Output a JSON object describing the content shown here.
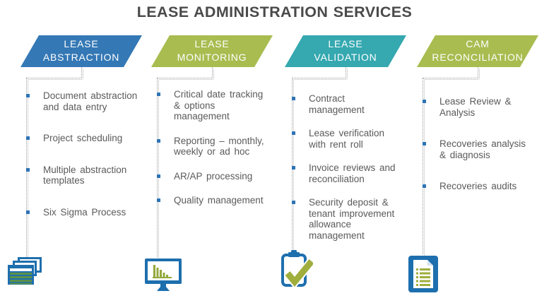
{
  "title": "LEASE ADMINISTRATION SERVICES",
  "colors": {
    "banner_blue": "#3478B5",
    "banner_green": "#A8BC50",
    "banner_teal": "#35A8B0",
    "title_text": "#4A4A4A",
    "body_text": "#5A5A5A",
    "bullet_blue": "#2E74B5",
    "icon_blue": "#1E6FAE",
    "icon_green": "#9FAE3C",
    "connector_gray": "#9A9A9A"
  },
  "columns": [
    {
      "name": "lease-abstraction",
      "banner": "LEASE\nABSTRACTION",
      "banner_color": "#3478B5",
      "icon": "stacked-documents-icon",
      "items": [
        "Document abstraction\nand data entry",
        "Project scheduling",
        "Multiple abstraction\ntemplates",
        "Six Sigma Process"
      ]
    },
    {
      "name": "lease-monitoring",
      "banner": "LEASE\nMONITORING",
      "banner_color": "#A8BC50",
      "icon": "monitor-chart-icon",
      "items": [
        "Critical date tracking\n& options\nmanagement",
        "Reporting – monthly,\nweekly or ad hoc",
        "AR/AP processing",
        "Quality management"
      ]
    },
    {
      "name": "lease-validation",
      "banner": "LEASE\nVALIDATION",
      "banner_color": "#35A8B0",
      "icon": "clipboard-check-icon",
      "items": [
        "Contract\nmanagement",
        "Lease verification\nwith rent roll",
        "Invoice reviews and\nreconciliation",
        "Security deposit &\ntenant improvement\nallowance\nmanagement"
      ]
    },
    {
      "name": "cam-reconciliation",
      "banner": "CAM\nRECONCILIATION",
      "banner_color": "#A8BC50",
      "icon": "document-lines-icon",
      "items": [
        "Lease Review &\nAnalysis",
        "Recoveries analysis\n& diagnosis",
        "Recoveries audits"
      ]
    }
  ]
}
